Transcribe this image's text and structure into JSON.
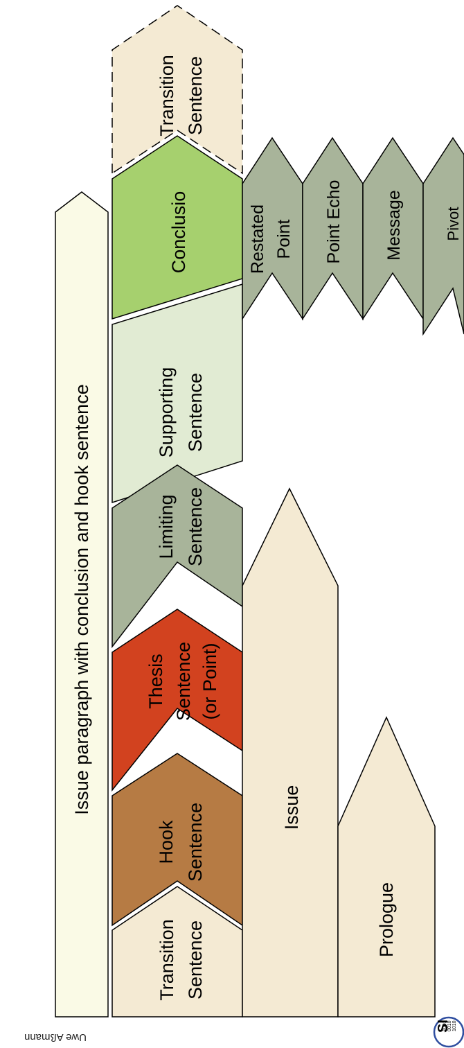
{
  "diagram": {
    "banner": {
      "label": "Issue paragraph with conclusion and hook sentence"
    },
    "sentences": [
      {
        "id": "transition-top",
        "lines": [
          "Transition",
          "Sentence"
        ],
        "color": "#f4ead3",
        "dashed": true
      },
      {
        "id": "conclusio",
        "lines": [
          "Conclusio"
        ],
        "color": "#a6d06e"
      },
      {
        "id": "supporting",
        "lines": [
          "Supporting",
          "Sentence"
        ],
        "color": "#e1ebd3"
      },
      {
        "id": "limiting",
        "lines": [
          "Limiting",
          "Sentence"
        ],
        "color": "#a8b49a"
      },
      {
        "id": "thesis",
        "lines": [
          "Thesis",
          "Sentence",
          "(or Point)"
        ],
        "color": "#d2421f"
      },
      {
        "id": "hook",
        "lines": [
          "Hook",
          "Sentence"
        ],
        "color": "#b67b44"
      },
      {
        "id": "transition-bottom",
        "lines": [
          "Transition",
          "Sentence"
        ],
        "color": "#f4ead3"
      }
    ],
    "conclusion_variants": [
      {
        "id": "restated-point",
        "lines": [
          "Restated",
          "Point"
        ],
        "color": "#a8b49a"
      },
      {
        "id": "point-echo",
        "lines": [
          "Point Echo"
        ],
        "color": "#a8b49a"
      },
      {
        "id": "message",
        "lines": [
          "Message"
        ],
        "color": "#a8b49a"
      },
      {
        "id": "pivot",
        "lines": [
          "Pivot"
        ],
        "color": "#a8b49a"
      }
    ],
    "structure": [
      {
        "id": "issue",
        "label": "Issue",
        "color": "#f4ead3"
      },
      {
        "id": "prologue",
        "label": "Prologue",
        "color": "#f4ead3"
      }
    ],
    "colors": {
      "banner": "#fafae6",
      "stroke": "#000000"
    }
  },
  "footer": {
    "author": "Uwe Aßmann",
    "logo_text": "SI",
    "logo_bits": [
      "1001",
      "0010",
      "1010"
    ]
  }
}
